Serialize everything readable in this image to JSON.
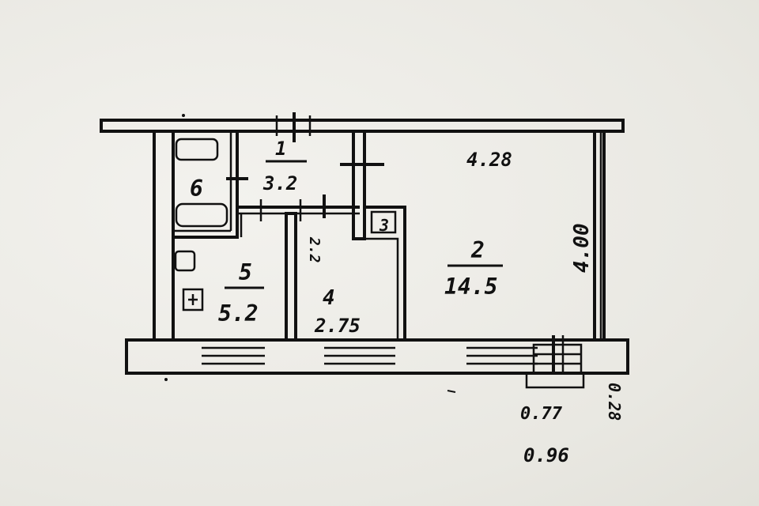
{
  "plan": {
    "rooms": [
      {
        "number": "1",
        "area": "3.2"
      },
      {
        "number": "2",
        "area": "14.5"
      },
      {
        "number": "3",
        "area": ""
      },
      {
        "number": "4",
        "area": "2.75"
      },
      {
        "number": "5",
        "area": "5.2"
      },
      {
        "number": "6",
        "area": ""
      }
    ],
    "dimensions": {
      "room2_width": "4.28",
      "room2_depth": "4.00",
      "room4_side": "2.2",
      "balcony_inner": "0.77",
      "balcony_width": "0.96",
      "balcony_depth": "0.28"
    }
  }
}
